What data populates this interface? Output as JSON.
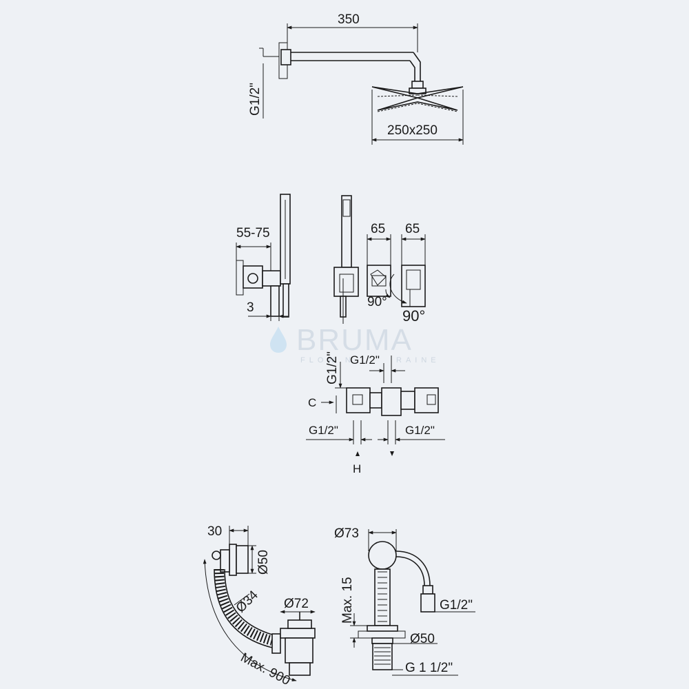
{
  "watermark": {
    "brand": "BRUMA",
    "tagline": "FLOW N",
    "tagline_tail": "RAINE"
  },
  "shower_head": {
    "arm_length": "350",
    "thread": "G1/2\"",
    "head_size": "250x250"
  },
  "hand_shower": {
    "depth": "55-75",
    "offset": "3"
  },
  "wall_valves": {
    "width_left": "65",
    "width_right": "65",
    "rotation_left": "90°",
    "rotation_right": "90°"
  },
  "diverter": {
    "thread_vertical": "G1/2\"",
    "thread_top": "G1/2\"",
    "label_c": "C",
    "thread_bottom_left": "G1/2\"",
    "thread_bottom_right": "G1/2\"",
    "label_h": "H"
  },
  "bath_drain": {
    "depth": "30",
    "overflow_diameter": "Ø50",
    "hose_diameter": "Ø34",
    "drain_diameter": "Ø72",
    "max_length": "Max. 900"
  },
  "bath_spout": {
    "diameter_top": "Ø73",
    "max_height": "Max. 15",
    "thread_hose": "G1/2\"",
    "diameter_base": "Ø50",
    "thread_base": "G 1 1/2\""
  }
}
